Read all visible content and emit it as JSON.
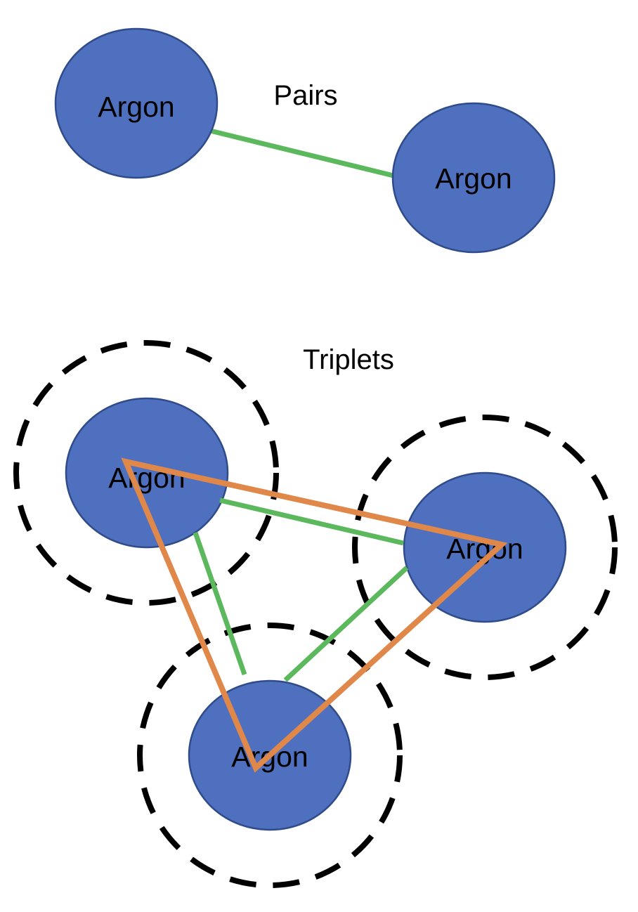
{
  "pairs": {
    "title": "Pairs",
    "atoms": [
      {
        "label": "Argon"
      },
      {
        "label": "Argon"
      }
    ]
  },
  "triplets": {
    "title": "Triplets",
    "atoms": [
      {
        "label": "Argon"
      },
      {
        "label": "Argon"
      },
      {
        "label": "Argon"
      }
    ]
  },
  "colors": {
    "atom_fill": "#4f70be",
    "atom_stroke": "#2f4b8a",
    "pair_bond": "#5cb85c",
    "triplet_bond": "#e0874a",
    "cutoff_circle": "#000000"
  }
}
